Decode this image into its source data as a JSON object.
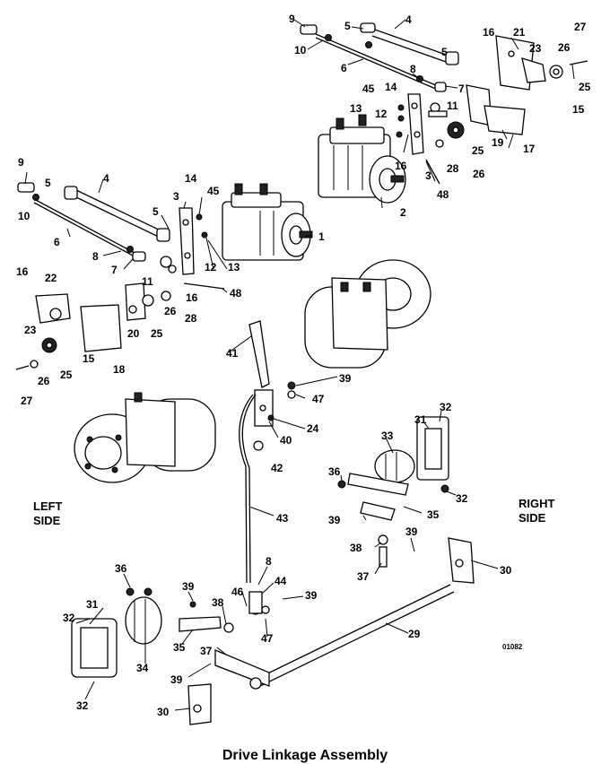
{
  "diagram": {
    "title": "Drive  Linkage Assembly",
    "left_side_label_1": "LEFT",
    "left_side_label_2": "SIDE",
    "right_side_label_1": "RIGHT",
    "right_side_label_2": "SIDE",
    "drawing_code": "01082",
    "callouts": [
      {
        "id": "c9a",
        "text": "9"
      },
      {
        "id": "c5a",
        "text": "5"
      },
      {
        "id": "c4a",
        "text": "4"
      },
      {
        "id": "c10a",
        "text": "10"
      },
      {
        "id": "c6a",
        "text": "6"
      },
      {
        "id": "c5b",
        "text": "5"
      },
      {
        "id": "c8a",
        "text": "8"
      },
      {
        "id": "c7a",
        "text": "7"
      },
      {
        "id": "c45a",
        "text": "45"
      },
      {
        "id": "c14a",
        "text": "14"
      },
      {
        "id": "c12a",
        "text": "12"
      },
      {
        "id": "c11a",
        "text": "11"
      },
      {
        "id": "c13a",
        "text": "13"
      },
      {
        "id": "c16a",
        "text": "16"
      },
      {
        "id": "c21",
        "text": "21"
      },
      {
        "id": "c23a",
        "text": "23"
      },
      {
        "id": "c26a",
        "text": "26"
      },
      {
        "id": "c27a",
        "text": "27"
      },
      {
        "id": "c25a",
        "text": "25"
      },
      {
        "id": "c15a",
        "text": "15"
      },
      {
        "id": "c25b",
        "text": "25"
      },
      {
        "id": "c19",
        "text": "19"
      },
      {
        "id": "c17",
        "text": "17"
      },
      {
        "id": "c26b",
        "text": "26"
      },
      {
        "id": "c28a",
        "text": "28"
      },
      {
        "id": "c16b",
        "text": "16"
      },
      {
        "id": "c3a",
        "text": "3"
      },
      {
        "id": "c48a",
        "text": "48"
      },
      {
        "id": "c2",
        "text": "2"
      },
      {
        "id": "c9b",
        "text": "9"
      },
      {
        "id": "c5c",
        "text": "5"
      },
      {
        "id": "c4b",
        "text": "4"
      },
      {
        "id": "c10b",
        "text": "10"
      },
      {
        "id": "c14b",
        "text": "14"
      },
      {
        "id": "c3b",
        "text": "3"
      },
      {
        "id": "c45b",
        "text": "45"
      },
      {
        "id": "c5d",
        "text": "5"
      },
      {
        "id": "c1",
        "text": "1"
      },
      {
        "id": "c6b",
        "text": "6"
      },
      {
        "id": "c8b",
        "text": "8"
      },
      {
        "id": "c7b",
        "text": "7"
      },
      {
        "id": "c12b",
        "text": "12"
      },
      {
        "id": "c13b",
        "text": "13"
      },
      {
        "id": "c11b",
        "text": "11"
      },
      {
        "id": "c16c",
        "text": "16"
      },
      {
        "id": "c48b",
        "text": "48"
      },
      {
        "id": "c28b",
        "text": "28"
      },
      {
        "id": "c16d",
        "text": "16"
      },
      {
        "id": "c22",
        "text": "22"
      },
      {
        "id": "c26c",
        "text": "26"
      },
      {
        "id": "c20",
        "text": "20"
      },
      {
        "id": "c25c",
        "text": "25"
      },
      {
        "id": "c23b",
        "text": "23"
      },
      {
        "id": "c15b",
        "text": "15"
      },
      {
        "id": "c18",
        "text": "18"
      },
      {
        "id": "c25d",
        "text": "25"
      },
      {
        "id": "c26d",
        "text": "26"
      },
      {
        "id": "c27b",
        "text": "27"
      },
      {
        "id": "c41",
        "text": "41"
      },
      {
        "id": "c39a",
        "text": "39"
      },
      {
        "id": "c47a",
        "text": "47"
      },
      {
        "id": "c24",
        "text": "24"
      },
      {
        "id": "c40",
        "text": "40"
      },
      {
        "id": "c42",
        "text": "42"
      },
      {
        "id": "c43",
        "text": "43"
      },
      {
        "id": "c33",
        "text": "33"
      },
      {
        "id": "c31a",
        "text": "31"
      },
      {
        "id": "c32a",
        "text": "32"
      },
      {
        "id": "c36a",
        "text": "36"
      },
      {
        "id": "c32b",
        "text": "32"
      },
      {
        "id": "c35a",
        "text": "35"
      },
      {
        "id": "c39b",
        "text": "39"
      },
      {
        "id": "c38a",
        "text": "38"
      },
      {
        "id": "c39c",
        "text": "39"
      },
      {
        "id": "c37a",
        "text": "37"
      },
      {
        "id": "c30a",
        "text": "30"
      },
      {
        "id": "c29",
        "text": "29"
      },
      {
        "id": "c8c",
        "text": "8"
      },
      {
        "id": "c44",
        "text": "44"
      },
      {
        "id": "c46",
        "text": "46"
      },
      {
        "id": "c39d",
        "text": "39"
      },
      {
        "id": "c47b",
        "text": "47"
      },
      {
        "id": "c36b",
        "text": "36"
      },
      {
        "id": "c39e",
        "text": "39"
      },
      {
        "id": "c31b",
        "text": "31"
      },
      {
        "id": "c38b",
        "text": "38"
      },
      {
        "id": "c32c",
        "text": "32"
      },
      {
        "id": "c35b",
        "text": "35"
      },
      {
        "id": "c37b",
        "text": "37"
      },
      {
        "id": "c34",
        "text": "34"
      },
      {
        "id": "c39f",
        "text": "39"
      },
      {
        "id": "c32d",
        "text": "32"
      },
      {
        "id": "c30b",
        "text": "30"
      }
    ]
  }
}
